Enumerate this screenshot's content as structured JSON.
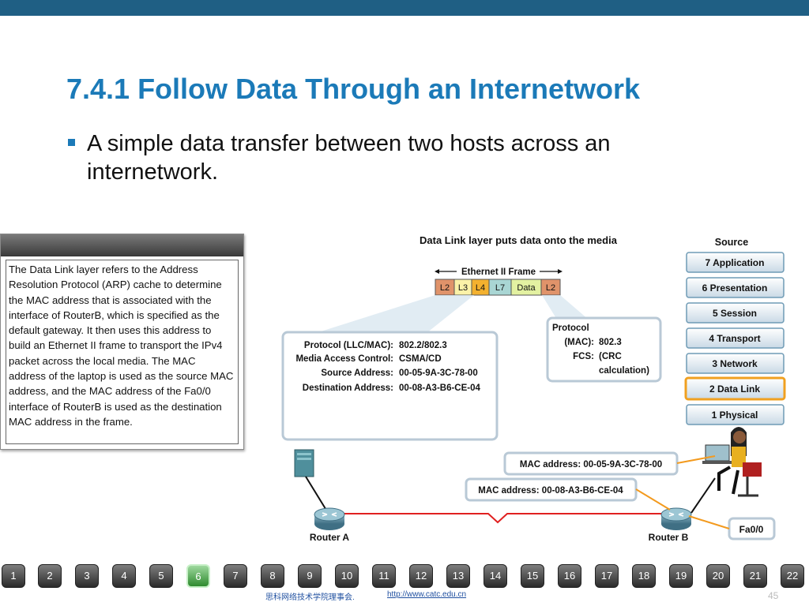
{
  "slide": {
    "title": "7.4.1 Follow Data Through an Internetwork",
    "bullet": "A simple data transfer between two hosts across an internetwork.",
    "page_number": "45"
  },
  "side_panel": {
    "text": "The Data Link layer refers to the Address Resolution Protocol (ARP) cache to determine the MAC address that is associated with the interface of RouterB, which is specified as the default gateway. It then uses this address to build an Ethernet II frame to transport the IPv4 packet across the local media. The MAC address of the laptop is used as the source MAC address, and the MAC address of the Fa0/0 interface of RouterB is used as the destination MAC address in the frame."
  },
  "diagram": {
    "heading": "Data Link layer puts data onto the media",
    "frame_label": "Ethernet II Frame",
    "frame_cells": [
      "L2",
      "L3",
      "L4",
      "L7",
      "Data",
      "L2"
    ],
    "header_box": {
      "rows": [
        {
          "label": "Protocol (LLC/MAC):",
          "value": "802.2/802.3"
        },
        {
          "label": "Media Access Control:",
          "value": "CSMA/CD"
        },
        {
          "label": "Source Address:",
          "value": "00-05-9A-3C-78-00"
        },
        {
          "label": "Destination Address:",
          "value": "00-08-A3-B6-CE-04"
        }
      ]
    },
    "trailer_box": {
      "title": "Protocol",
      "mac_label": "(MAC):",
      "mac_value": "802.3",
      "fcs_label": "FCS:",
      "fcs_value_1": "(CRC",
      "fcs_value_2": "calculation)"
    },
    "source_label": "Source",
    "osi_layers": [
      "7 Application",
      "6 Presentation",
      "5 Session",
      "4 Transport",
      "3 Network",
      "2 Data Link",
      "1 Physical"
    ],
    "active_layer": "2 Data Link",
    "mac_source": "MAC address: 00-05-9A-3C-78-00",
    "mac_dest": "MAC address: 00-08-A3-B6-CE-04",
    "interface_label": "Fa0/0",
    "router_a": "Router A",
    "router_b": "Router B"
  },
  "nav": {
    "buttons": [
      "1",
      "2",
      "3",
      "4",
      "5",
      "6",
      "7",
      "8",
      "9",
      "10",
      "11",
      "12",
      "13",
      "14",
      "15",
      "16",
      "17",
      "18",
      "19",
      "20",
      "21",
      "22"
    ],
    "active": "6"
  },
  "footer": {
    "org": "思科网络技术学院理事会.",
    "url": "http://www.catc.edu.cn"
  },
  "colors": {
    "title": "#1b7ab8",
    "topbar": "#1f5f84",
    "active_layer_border": "#f0a020",
    "link_red": "#e02020",
    "mac_arrow": "#f39a1e"
  }
}
